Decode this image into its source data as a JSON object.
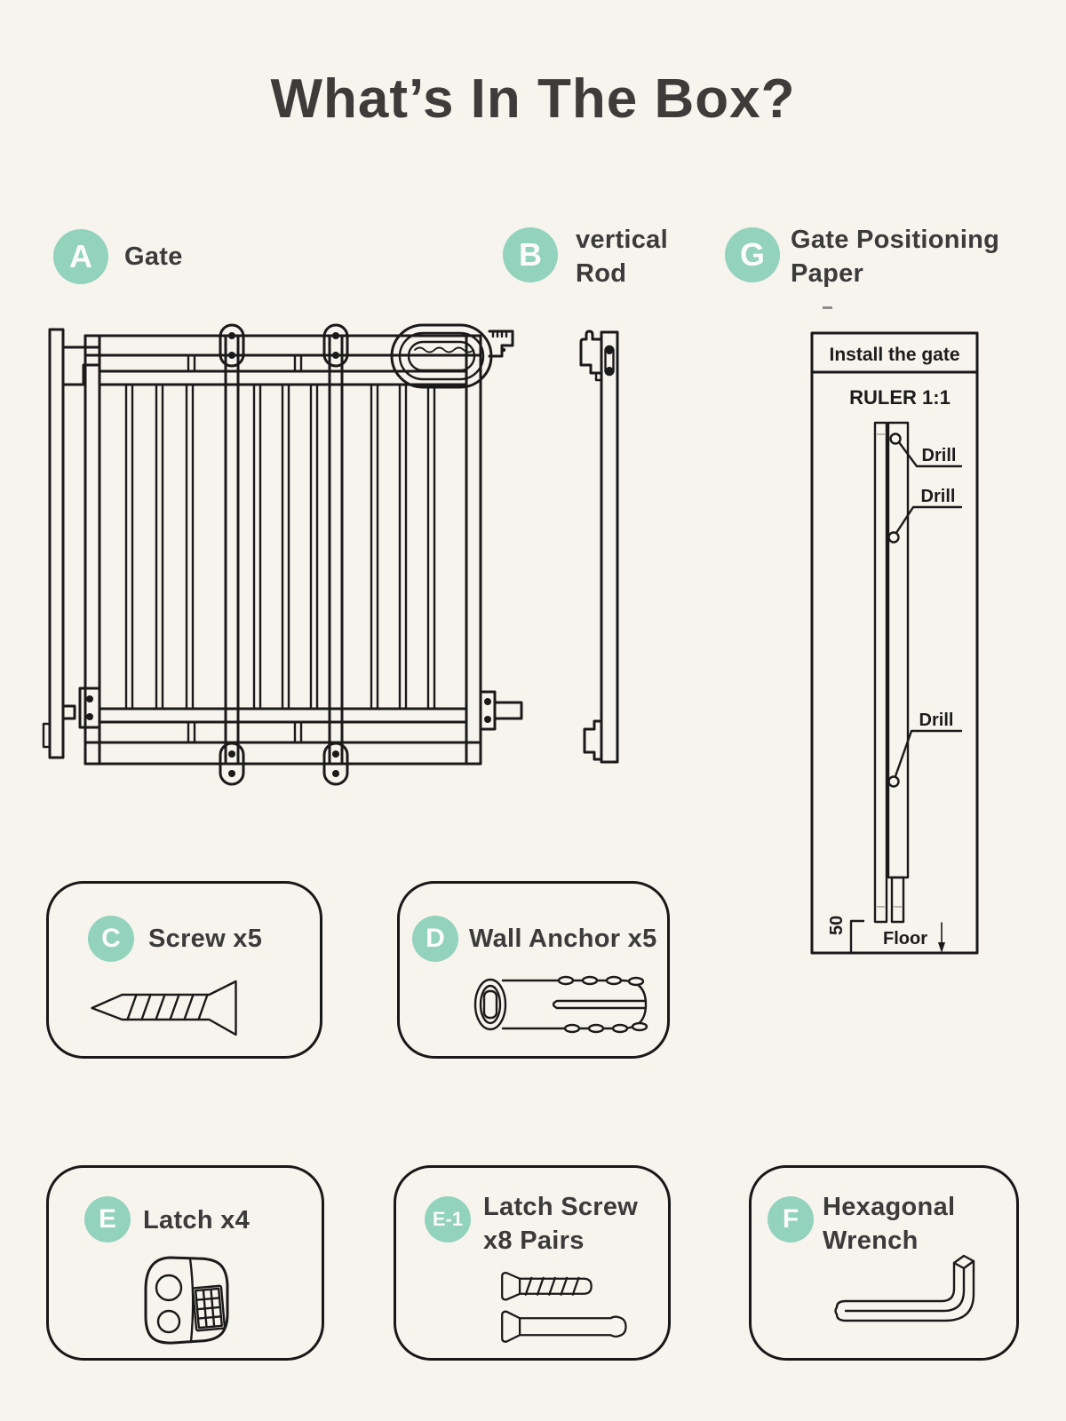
{
  "page": {
    "title": "What’s In The Box?"
  },
  "colors": {
    "background": "#F7F4EE",
    "accent_circle": "#93D2BD",
    "line_art": "#1A1A1A",
    "text": "#3B3B3B"
  },
  "parts": {
    "a": {
      "letter": "A",
      "name": "Gate"
    },
    "b": {
      "letter": "B",
      "name_line1": "vertical",
      "name_line2": "Rod"
    },
    "g": {
      "letter": "G",
      "name_line1": "Gate Positioning",
      "name_line2": "Paper"
    },
    "c": {
      "letter": "C",
      "name": "Screw x5"
    },
    "d": {
      "letter": "D",
      "name": "Wall Anchor x5"
    },
    "e": {
      "letter": "E",
      "name": "Latch x4"
    },
    "e1": {
      "letter": "E-1",
      "name_line1": "Latch Screw",
      "name_line2": "x8 Pairs"
    },
    "f": {
      "letter": "F",
      "name_line1": "Hexagonal",
      "name_line2": "Wrench"
    }
  },
  "positioning_paper": {
    "header": "Install the gate",
    "ruler_label": "RULER 1:1",
    "drill_labels": [
      "Drill",
      "Drill",
      "Drill"
    ],
    "offset_label": "50",
    "floor_label": "Floor"
  }
}
